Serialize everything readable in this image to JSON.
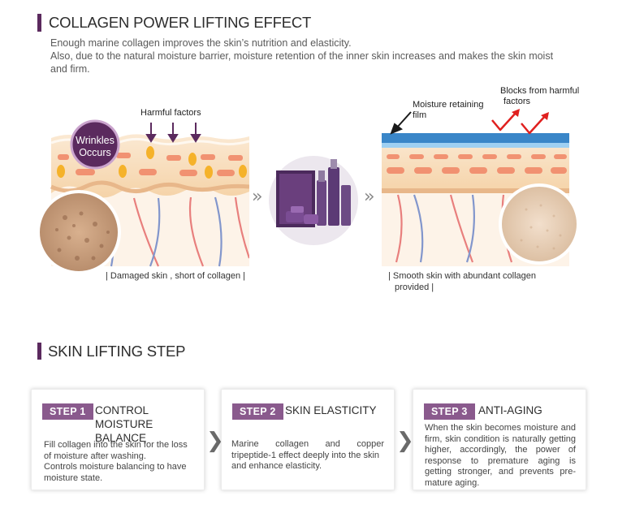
{
  "section1": {
    "title": "COLLAGEN POWER LIFTING EFFECT",
    "intro_line1": "Enough marine collagen improves the skin’s nutrition and elasticity.",
    "intro_line2": "Also, due to the natural moisture barrier, moisture retention of the inner skin increases and makes the skin moist and firm."
  },
  "left_panel": {
    "harmful_label": "Harmful factors",
    "wrinkles_line1": "Wrinkles",
    "wrinkles_line2": "Occurs",
    "caption": "| Damaged skin , short of collagen |"
  },
  "right_panel": {
    "moisture_line1": "Moisture retaining",
    "moisture_line2": "film",
    "blocks_line1": "Blocks from harmful",
    "blocks_line2": "factors",
    "caption_line1": "| Smooth skin with abundant collagen",
    "caption_line2": "provided |"
  },
  "arrows": {
    "glyph": "››"
  },
  "section2": {
    "title": "SKIN LIFTING STEP"
  },
  "steps": [
    {
      "badge": "STEP 1",
      "title_line1": "CONTROL MOISTURE",
      "title_line2": "BALANCE",
      "desc": [
        "Fill collagen into the skin for the loss",
        "of moisture after washing.",
        "Controls moisture balancing to have",
        "moisture state."
      ]
    },
    {
      "badge": "STEP 2",
      "title_line1": "SKIN ELASTICITY",
      "desc": [
        "Marine collagen and copper",
        "tripeptide-1 effect deeply into the skin",
        "and enhance elasticity."
      ]
    },
    {
      "badge": "STEP 3",
      "title_line1": "ANTI-AGING",
      "desc": [
        "When the skin becomes moisture and",
        "firm, skin condition is naturally getting",
        "higher, accordingly, the power of",
        "response to premature aging is",
        "getting stronger, and prevents pre-",
        "mature aging."
      ]
    }
  ],
  "step_arrow": "❯",
  "colors": {
    "accent": "#5b2a5e",
    "badge": "#8a5a8d",
    "skin_layer": "#f7d9b8",
    "moisture_film": "#3a86c8"
  }
}
